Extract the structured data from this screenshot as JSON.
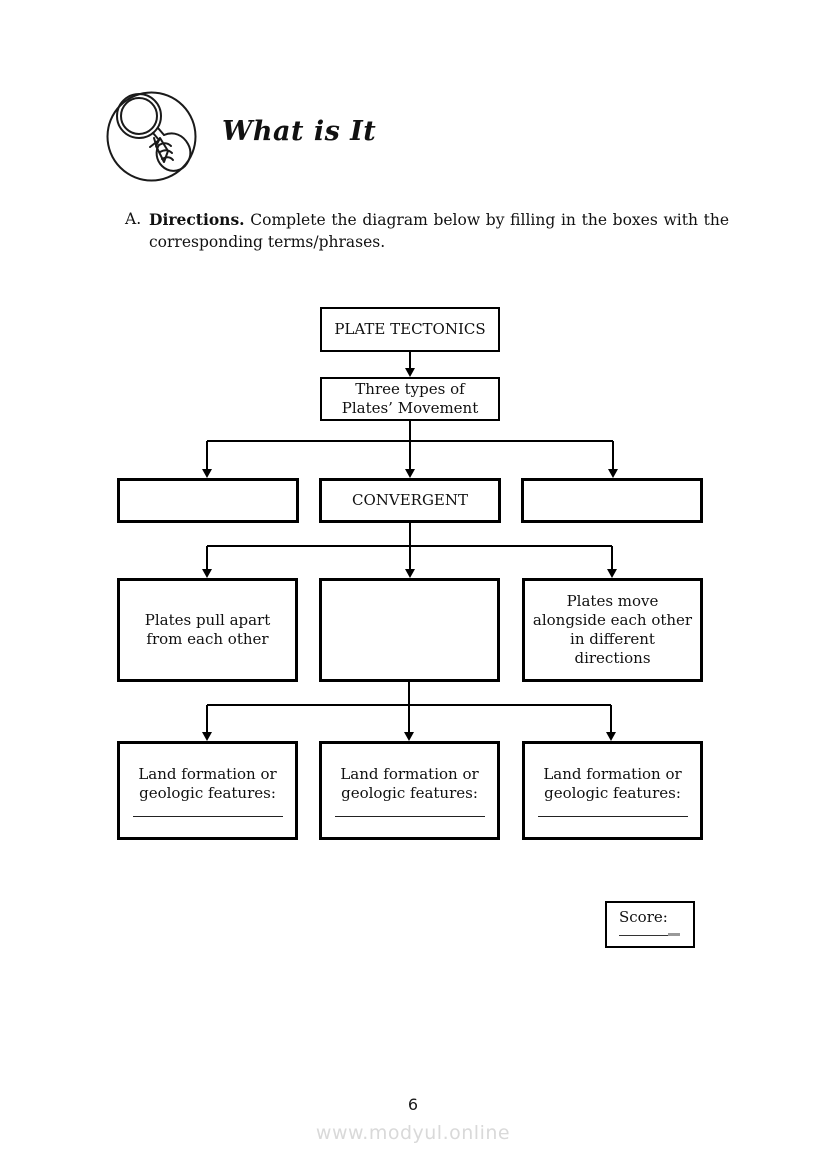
{
  "header": {
    "title": "What is It",
    "icon": "magnifier-icon"
  },
  "directions": {
    "marker": "A.",
    "label": "Directions.",
    "text": "Complete the diagram below by filling in the boxes with the corresponding terms/phrases."
  },
  "diagram": {
    "root_label": "PLATE TECTONICS",
    "level2_label": "Three types of Plates’ Movement",
    "types": [
      {
        "label": "",
        "filled": false
      },
      {
        "label": "CONVERGENT",
        "filled": true
      },
      {
        "label": "",
        "filled": false
      }
    ],
    "descriptions": [
      {
        "label": "Plates pull apart from each other",
        "filled": true
      },
      {
        "label": "",
        "filled": false
      },
      {
        "label": "Plates move alongside each other in different directions",
        "filled": true
      }
    ],
    "features": [
      {
        "label": "Land formation or geologic features:"
      },
      {
        "label": "Land formation or geologic features:"
      },
      {
        "label": "Land formation or geologic features:"
      }
    ]
  },
  "score_box": {
    "label": "Score:"
  },
  "footer": {
    "page_number": "6",
    "watermark": "www.modyul.online"
  },
  "colors": {
    "line": "#000000",
    "border": "#000000",
    "watermark": "#d9d9d9"
  }
}
